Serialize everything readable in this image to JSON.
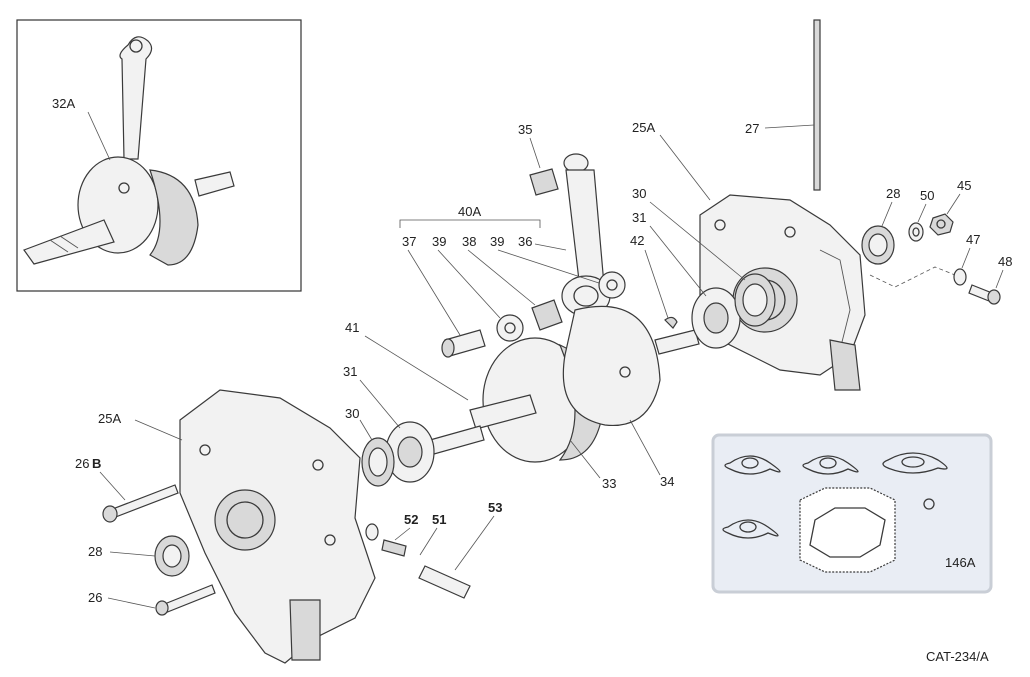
{
  "labels": {
    "l_32a": "32A",
    "l_35": "35",
    "l_25a_top": "25A",
    "l_27": "27",
    "l_40a": "40A",
    "l_37": "37",
    "l_39a": "39",
    "l_38": "38",
    "l_39b": "39",
    "l_36": "36",
    "l_30_top": "30",
    "l_31_top": "31",
    "l_42": "42",
    "l_28_top": "28",
    "l_50": "50",
    "l_45": "45",
    "l_47": "47",
    "l_48": "48",
    "l_41": "41",
    "l_31_left": "31",
    "l_30_left": "30",
    "l_25a_left": "25A",
    "l_26_num": "26",
    "l_26_suffix": "B",
    "l_33": "33",
    "l_34": "34",
    "l_52": "52",
    "l_51": "51",
    "l_53": "53",
    "l_28_left": "28",
    "l_26_bottom": "26",
    "l_146a": "146A",
    "catalog_code": "CAT-234/A"
  },
  "colors": {
    "gasket_panel_bg": "#e9edf4",
    "gasket_panel_border": "#c9ced6",
    "line_ink": "#3a3a3a"
  }
}
